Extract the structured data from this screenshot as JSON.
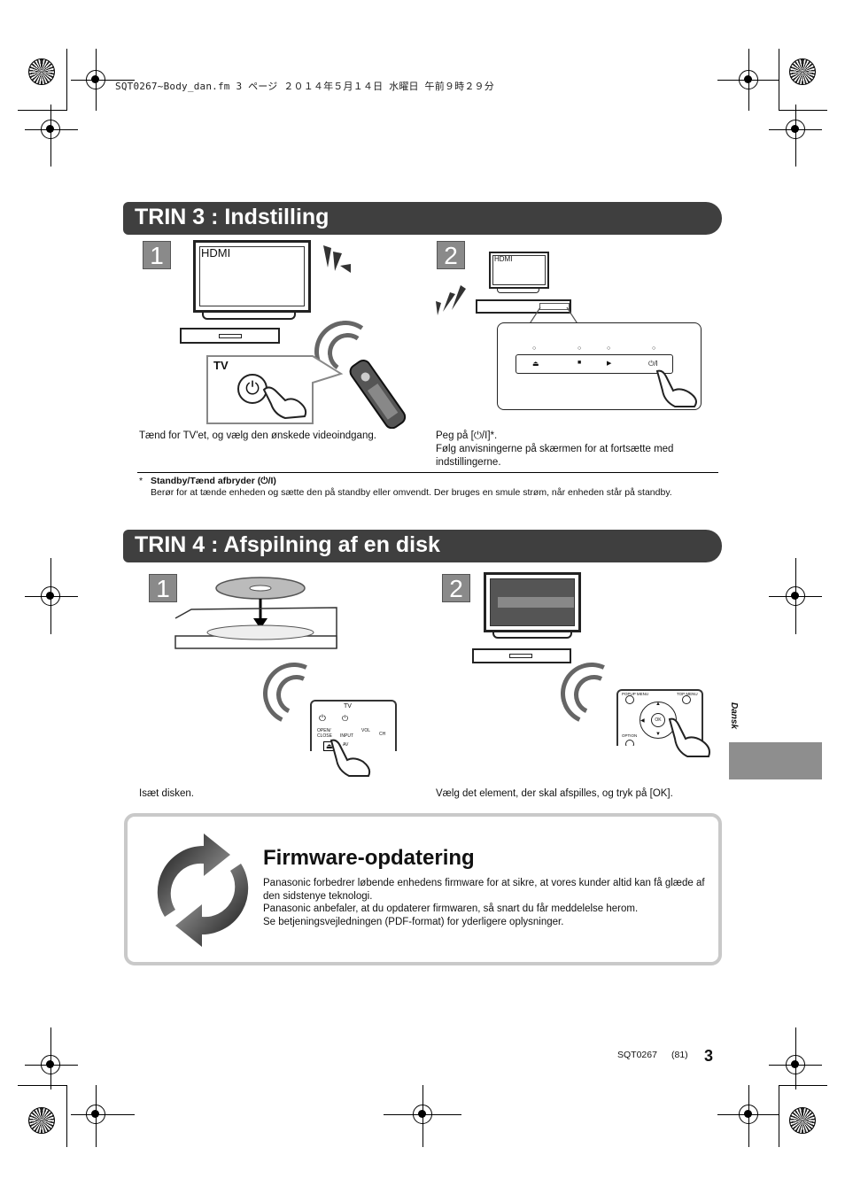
{
  "print_header": "SQT0267~Body_dan.fm  3 ページ  ２０１４年５月１４日  水曜日  午前９時２９分",
  "step3": {
    "title": "TRIN 3 : Indstilling",
    "s1": {
      "num": "1",
      "tv_label": "HDMI",
      "remote_label": "TV",
      "caption": "Tænd for TV'et, og vælg den ønskede videoindgang."
    },
    "s2": {
      "num": "2",
      "tv_label": "HDMI",
      "panel_power": "⏻/I",
      "caption_line1": "Peg på [⏻/I]*.",
      "caption_line2": "Følg anvisningerne på skærmen for at fortsætte med indstillingerne."
    }
  },
  "footnote": {
    "star": "*",
    "heading": "Standby/Tænd afbryder (⏻/I)",
    "text": "Berør for at tænde enheden og sætte den på standby eller omvendt. Der bruges en smule strøm, når enheden står på standby."
  },
  "step4": {
    "title": "TRIN 4 : Afspilning af en disk",
    "s1": {
      "num": "1",
      "remote_tv": "TV",
      "remote_open": "OPEN/ CLOSE",
      "remote_input": "INPUT",
      "remote_av": "AV",
      "remote_vol": "VOL",
      "remote_ch": "CH",
      "caption": "Isæt disken."
    },
    "s2": {
      "num": "2",
      "popup": "POPUP MENU",
      "top": "TOP MENU",
      "ok": "OK",
      "option": "OPTION",
      "caption": "Vælg det element, der skal afspilles, og tryk på [OK]."
    }
  },
  "firmware": {
    "title": "Firmware-opdatering",
    "p1": "Panasonic forbedrer løbende enhedens firmware for at sikre, at vores kunder altid kan få glæde af den sidstenye teknologi.",
    "p2": "Panasonic anbefaler, at du opdaterer firmwaren, så snart du får meddelelse herom.",
    "p3": "Se betjeningsvejledningen (PDF-format) for yderligere oplysninger."
  },
  "side_tab_label": "Dansk",
  "footer": {
    "code": "SQT0267",
    "sub": "(81)",
    "page": "3"
  }
}
